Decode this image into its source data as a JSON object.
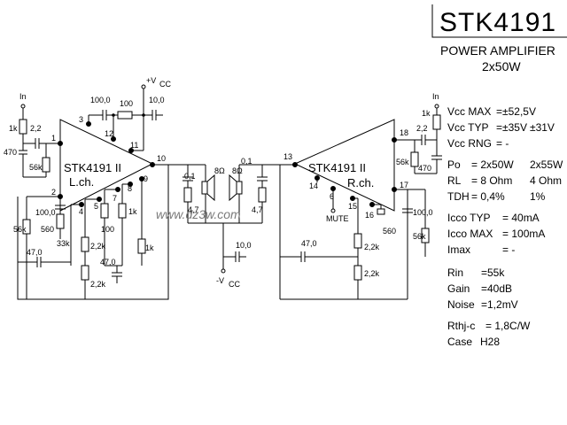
{
  "title": "STK4191 II",
  "subtitle_line1": "POWER AMPLIFIER",
  "subtitle_line2": "2x50W",
  "watermark": "www.dz3w.com",
  "chip_label": "STK4191 II",
  "left_channel": "L.ch.",
  "right_channel": "R.ch.",
  "rails": {
    "vcc_pos": "+V",
    "vcc_pos_sub": "CC",
    "vcc_neg": "-V",
    "vcc_neg_sub": "CC"
  },
  "mute_label": "MUTE",
  "inputs": {
    "left": "In",
    "right": "In"
  },
  "components": {
    "c100_top": "100,0",
    "r100_top": "100",
    "c10_top": "10,0",
    "r1k_in_l": "1k",
    "c2_2_l": "2,2",
    "c470_l": "470",
    "r56k_l": "56k",
    "c100_fb_l": "100,0",
    "r56k_fb_l": "56k",
    "r560_l": "560",
    "r33k_l": "33k",
    "c47_l": "47,0",
    "r2_2k_a_l": "2,2k",
    "r2_2k_b_l": "2,2k",
    "r100_l": "100",
    "r1k_l": "1k",
    "c47_b_l": "47,0",
    "r1k_b_l": "1k",
    "c0_1_l": "0,1",
    "r4_7_l": "4,7",
    "spk_l": "8Ω",
    "c0_1_r": "0,1",
    "r4_7_r": "4,7",
    "spk_r": "8Ω",
    "c10_bottom": "10,0",
    "r1k_in_r": "1k",
    "c2_2_r": "2,2",
    "r56k_r": "56k",
    "c470_r": "470",
    "c100_fb_r": "100,0",
    "r56k_fb_r": "56k",
    "r560_r": "560",
    "c47_r": "47,0",
    "r2_2k_a_r": "2,2k",
    "r2_2k_b_r": "2,2k"
  },
  "pins": [
    "1",
    "2",
    "3",
    "4",
    "5",
    "6",
    "7",
    "8",
    "9",
    "10",
    "11",
    "12",
    "13",
    "14",
    "15",
    "16",
    "17",
    "18"
  ],
  "specs": [
    {
      "name": "Vcc MAX",
      "value": "=±52,5V",
      "extra": ""
    },
    {
      "name": "Vcc TYP",
      "value": "=±35V",
      "extra": "±31V"
    },
    {
      "name": "Vcc RNG",
      "value": "= -",
      "extra": ""
    },
    {
      "name": "Po",
      "value": "= 2x50W",
      "extra": "2x55W"
    },
    {
      "name": "RL",
      "value": "= 8 Ohm",
      "extra": "4 Ohm"
    },
    {
      "name": "TDH",
      "value": "= 0,4%",
      "extra": "1%"
    },
    {
      "name": "Icco TYP",
      "value": "= 40mA",
      "extra": ""
    },
    {
      "name": "Icco MAX",
      "value": "= 100mA",
      "extra": ""
    },
    {
      "name": "Imax",
      "value": "= -",
      "extra": ""
    },
    {
      "name": "Rin",
      "value": "=55k",
      "extra": ""
    },
    {
      "name": "Gain",
      "value": "=40dB",
      "extra": ""
    },
    {
      "name": "Noise",
      "value": "=1,2mV",
      "extra": ""
    },
    {
      "name": "Rthj-c",
      "value": "= 1,8C/W",
      "extra": ""
    },
    {
      "name": "Case",
      "value": "H28",
      "extra": ""
    }
  ]
}
